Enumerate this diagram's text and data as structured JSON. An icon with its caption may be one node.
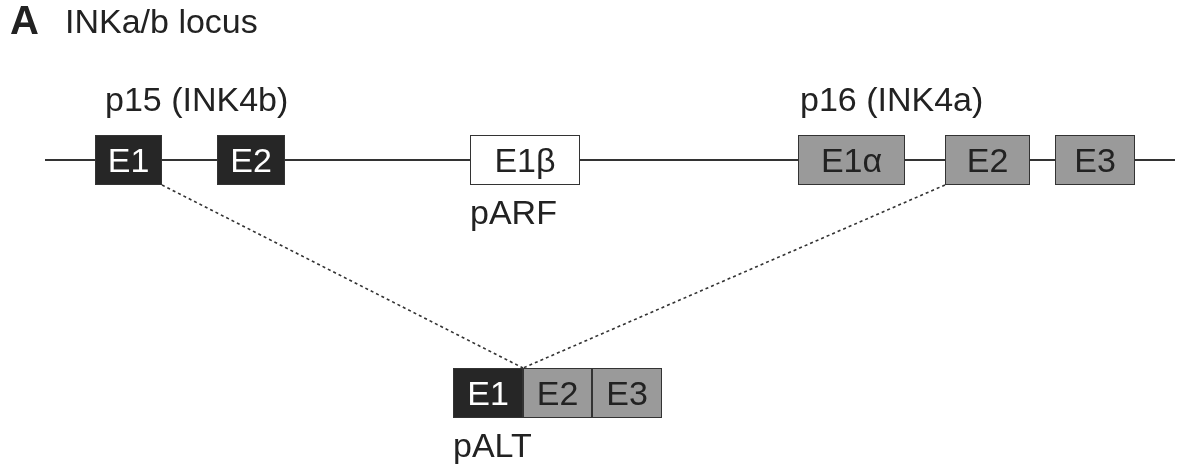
{
  "diagram": {
    "title": "INKa/b locus",
    "nodes": [
      {
        "text": [
          "E1"
        ]
      },
      {
        "text": [
          "E2"
        ]
      },
      {
        "text": [
          "E1β"
        ],
        "beside": [
          "pARF"
        ]
      },
      {
        "text": [
          "E1α"
        ]
      },
      {
        "text": [
          "E2"
        ]
      },
      {
        "text": [
          "E3"
        ]
      },
      {
        "text": [
          "E1"
        ],
        "beside": [
          "pALT"
        ]
      },
      {
        "text": [
          "E2"
        ]
      },
      {
        "text": [
          "E3"
        ]
      }
    ],
    "edges": [
      {
        "from": 0,
        "to": 6,
        "arrow": "none",
        "style": "dashed"
      },
      {
        "from": 4,
        "to": 7,
        "arrow": "none",
        "style": "dashed"
      }
    ],
    "labels": [
      "A",
      "p15 (INK4b)",
      "p16 (INK4a)"
    ]
  }
}
